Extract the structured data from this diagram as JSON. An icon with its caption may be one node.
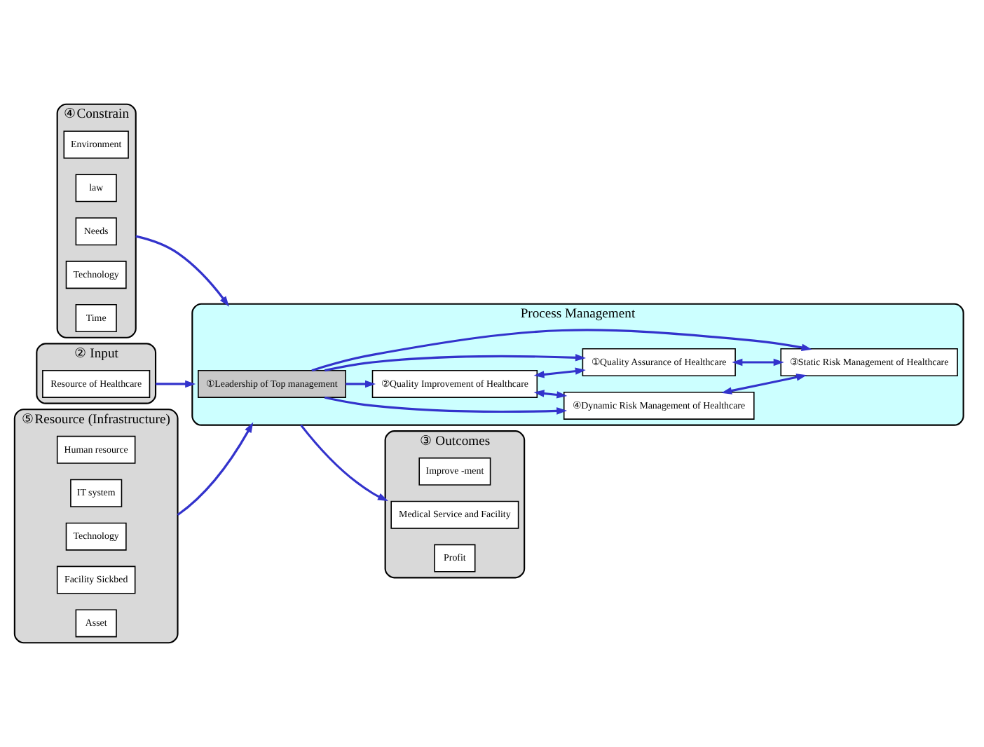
{
  "diagram": {
    "nodes": [
      {
        "text": [
          "④Constrain"
        ]
      },
      {
        "text": [
          "Environment"
        ],
        "in": 0
      },
      {
        "text": [
          "law"
        ],
        "in": 0
      },
      {
        "text": [
          "Needs"
        ],
        "in": 0
      },
      {
        "text": [
          "Technology"
        ],
        "in": 0
      },
      {
        "text": [
          "Time"
        ],
        "in": 0
      },
      {
        "text": [
          "② Input"
        ]
      },
      {
        "text": [
          "Resource of Healthcare"
        ],
        "in": 6
      },
      {
        "text": [
          "Process Management"
        ]
      },
      {
        "text": [
          "②Quality Improvement of Healthcare"
        ],
        "in": 8
      },
      {
        "text": [
          "④Dynamic Risk Management of Healthcare"
        ],
        "in": 8
      },
      {
        "text": [
          "①Leadership of Top management"
        ],
        "in": 8
      },
      {
        "text": [
          "①Quality Assurance of Healthcare"
        ],
        "in": 8
      },
      {
        "text": [
          "③Static Risk Management of Healthcare"
        ],
        "in": 8
      },
      {
        "text": [
          "③ Outcomes"
        ]
      },
      {
        "text": [
          "Improve -ment"
        ],
        "in": 14
      },
      {
        "text": [
          "Medical Service and Facility"
        ],
        "in": 14
      },
      {
        "text": [
          "Profit"
        ],
        "in": 14
      },
      {
        "text": [
          "⑤Resource (Infrastructure)"
        ]
      },
      {
        "text": [
          "Human resource"
        ],
        "in": 18
      },
      {
        "text": [
          "IT system"
        ],
        "in": 18
      },
      {
        "text": [
          "Technology"
        ],
        "in": 18
      },
      {
        "text": [
          "Facility Sickbed"
        ],
        "in": 18
      },
      {
        "text": [
          "Asset"
        ],
        "in": 18
      }
    ],
    "edges": [
      {
        "from": 0,
        "to": 8,
        "arrow": "to"
      },
      {
        "from": 6,
        "to": 8,
        "arrow": "to"
      },
      {
        "from": 8,
        "to": 14,
        "arrow": "to"
      },
      {
        "from": 18,
        "to": 8,
        "arrow": "to"
      },
      {
        "from": 9,
        "to": 10,
        "arrow": "both"
      },
      {
        "from": 11,
        "to": 9,
        "arrow": "to"
      },
      {
        "from": 11,
        "to": 10,
        "arrow": "to"
      },
      {
        "from": 9,
        "to": 12,
        "arrow": "both"
      },
      {
        "from": 10,
        "to": 13,
        "arrow": "both"
      },
      {
        "from": 11,
        "to": 12,
        "arrow": "to"
      },
      {
        "from": 11,
        "to": 13,
        "arrow": "to"
      },
      {
        "from": 12,
        "to": 13,
        "arrow": "both"
      }
    ]
  }
}
